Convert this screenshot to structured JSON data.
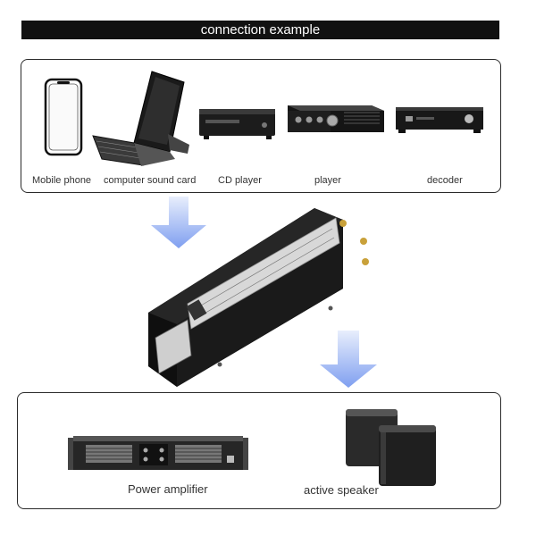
{
  "header": {
    "title": "connection example"
  },
  "sources": [
    {
      "label": "Mobile phone",
      "icon": "mobile-phone-icon"
    },
    {
      "label": "computer sound card",
      "icon": "laptop-icon"
    },
    {
      "label": "CD player",
      "icon": "cd-player-icon"
    },
    {
      "label": "player",
      "icon": "amplifier-player-icon"
    },
    {
      "label": "decoder",
      "icon": "decoder-icon"
    }
  ],
  "outputs": [
    {
      "label": "Power amplifier",
      "icon": "power-amplifier-icon"
    },
    {
      "label": "active speaker",
      "icon": "active-speaker-icon"
    }
  ],
  "colors": {
    "arrow": "#8aa8f2",
    "device_body": "#1b1b1b",
    "meter_face": "#d8d8d8",
    "jack": "#c9a13a"
  }
}
